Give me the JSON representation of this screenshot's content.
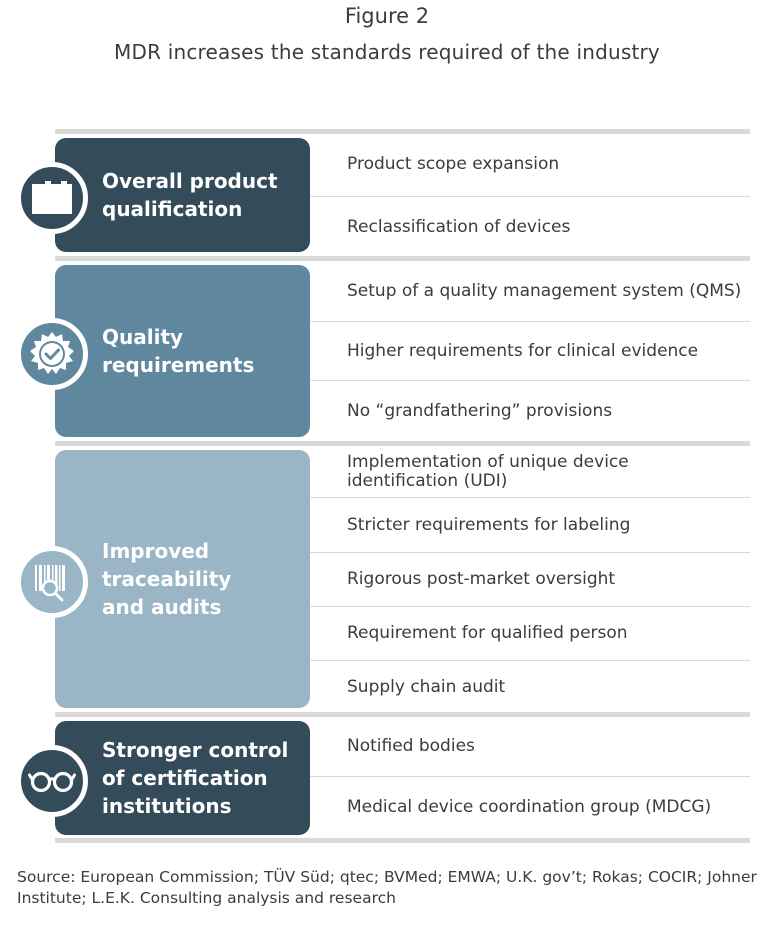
{
  "figure_label": "Figure 2",
  "title": "MDR increases the standards required of the industry",
  "colors": {
    "dark": "#344b5a",
    "medium": "#5f889f",
    "light": "#99b5c6",
    "separator": "#d9d9d9"
  },
  "categories": [
    {
      "label": "Overall product\nqualification",
      "icon": "folder-icon",
      "items": [
        "Product scope expansion",
        "Reclassification of devices"
      ]
    },
    {
      "label": "Quality\nrequirements",
      "icon": "check-badge-icon",
      "items": [
        "Setup of a quality management system (QMS)",
        "Higher requirements for clinical evidence",
        "No “grandfathering” provisions"
      ]
    },
    {
      "label": "Improved\ntraceability\nand audits",
      "icon": "barcode-magnifier-icon",
      "items": [
        "Implementation of unique device\nidentification  (UDI)",
        "Stricter requirements for labeling",
        "Rigorous post-market oversight",
        "Requirement for qualified person",
        "Supply chain audit"
      ]
    },
    {
      "label": "Stronger control\nof certification\ninstitutions",
      "icon": "glasses-icon",
      "items": [
        "Notified bodies",
        "Medical device coordination group (MDCG)"
      ]
    }
  ],
  "source": "Source: European Commission; TÜV Süd; qtec; BVMed; EMWA; U.K. gov’t; Rokas; COCIR; Johner Institute; L.E.K. Consulting analysis and research"
}
